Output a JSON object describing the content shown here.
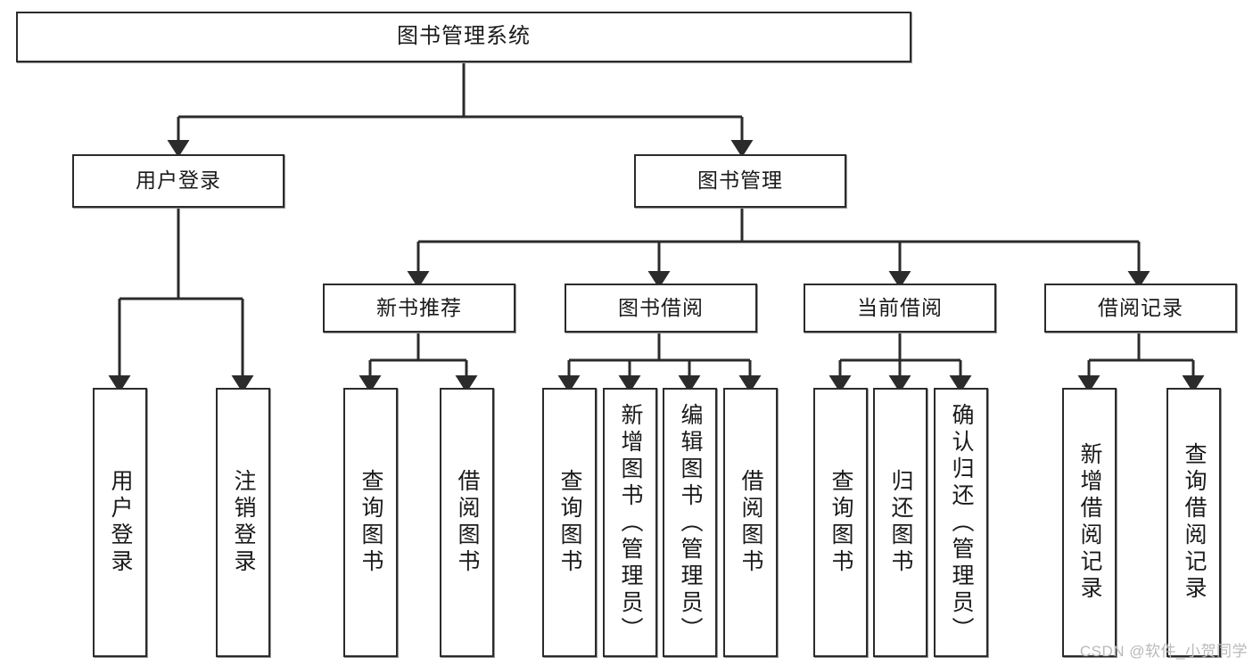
{
  "diagram": {
    "title": "图书管理系统",
    "type": "hierarchy-tree",
    "watermark": "CSDN @软件_小贺同学",
    "colors": {
      "box_border": "#2b2b2b",
      "box_fill": "#ffffff",
      "edge": "#2b2b2b",
      "text": "#1a1a1a",
      "watermark": "#b9b9b9"
    },
    "root": {
      "label": "图书管理系统"
    },
    "level2": [
      {
        "label": "用户登录"
      },
      {
        "label": "图书管理"
      }
    ],
    "level3": [
      {
        "label": "新书推荐"
      },
      {
        "label": "图书借阅"
      },
      {
        "label": "当前借阅"
      },
      {
        "label": "借阅记录"
      }
    ],
    "leaves": {
      "user_login": [
        {
          "label": "用户登录"
        },
        {
          "label": "注销登录"
        }
      ],
      "new_book_recommend": [
        {
          "label": "查询图书"
        },
        {
          "label": "借阅图书"
        }
      ],
      "book_borrow": [
        {
          "label": "查询图书"
        },
        {
          "label": "新增图书（管理员）"
        },
        {
          "label": "编辑图书（管理员）"
        },
        {
          "label": "借阅图书"
        }
      ],
      "current_borrow": [
        {
          "label": "查询图书"
        },
        {
          "label": "归还图书"
        },
        {
          "label": "确认归还（管理员）"
        }
      ],
      "borrow_record": [
        {
          "label": "新增借阅记录"
        },
        {
          "label": "查询借阅记录"
        }
      ]
    }
  }
}
